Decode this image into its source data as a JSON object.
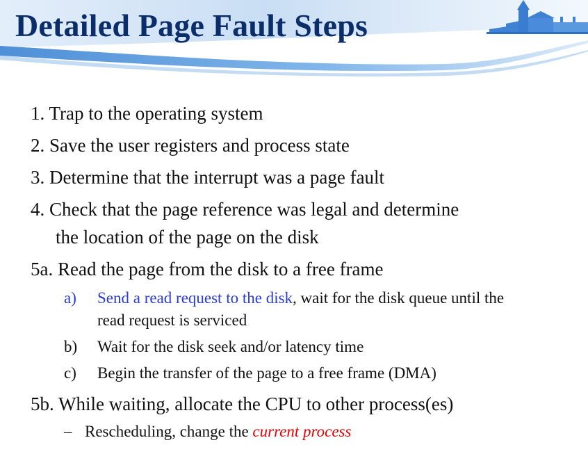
{
  "slide": {
    "title": "Detailed Page Fault Steps",
    "steps": [
      {
        "num": "1.",
        "text": "Trap to the operating system"
      },
      {
        "num": "2.",
        "text": "Save the user registers and process state"
      },
      {
        "num": "3.",
        "text": "Determine that the interrupt was a page fault"
      },
      {
        "num": "4.",
        "text": "Check that the page reference was legal and determine",
        "cont": "the location of the page on the disk"
      },
      {
        "num": "5a.",
        "text": "Read the page from the disk to a free frame"
      }
    ],
    "sub5a": [
      {
        "num": "a)",
        "highlight": "Send a read request to the disk",
        "text": ", wait for the disk queue until the",
        "cont": "read request is serviced"
      },
      {
        "num": "b)",
        "text": "Wait for the disk seek and/or latency time"
      },
      {
        "num": "c)",
        "text": "Begin the transfer of the page to a free frame (DMA)"
      }
    ],
    "step5b": {
      "num": "5b.",
      "text": "While waiting, allocate the CPU to other process(es)"
    },
    "sub5b": {
      "dash": "–",
      "text": "Rescheduling, change the ",
      "highlight": "current process"
    }
  },
  "colors": {
    "title": "#0b2e6b",
    "link_blue": "#2a3cd6",
    "highlight_red": "#e60000",
    "band_light": "#dbeaf8",
    "band_dark": "#3d86d6"
  }
}
